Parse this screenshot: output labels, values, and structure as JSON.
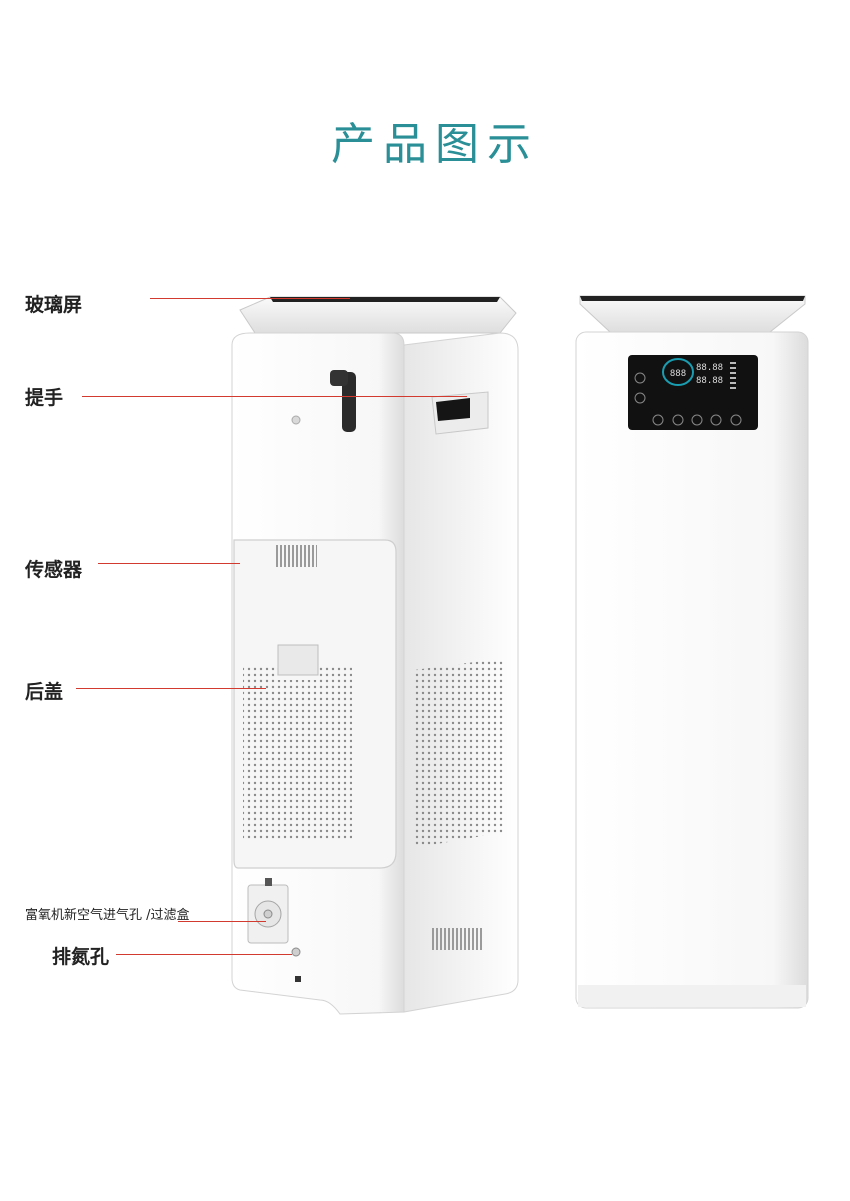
{
  "title": "产品图示",
  "callouts": {
    "glass_screen": "玻璃屏",
    "handle": "提手",
    "sensor": "传感器",
    "back_cover": "后盖",
    "intake_filter": "富氧机新空气进气孔 /过滤盒",
    "nitrogen_vent": "排氮孔"
  },
  "display_panel": {
    "readout_main": "888",
    "readout_top": "88.88",
    "readout_bottom": "88.88"
  },
  "colors": {
    "title": "#2a8f96",
    "leader_line": "#d23a2f",
    "body": "#f4f4f4",
    "panel": "#111111"
  }
}
